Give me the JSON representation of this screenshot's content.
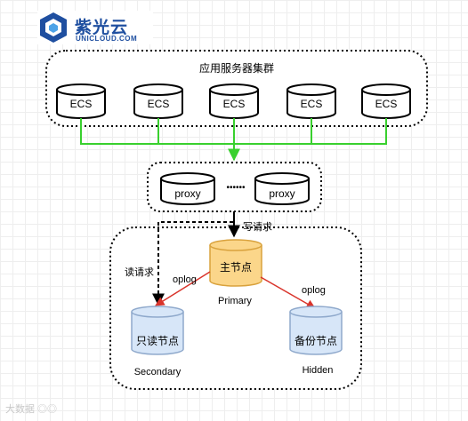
{
  "brand": {
    "name": "紫光云",
    "sub": "UNICLOUD.COM"
  },
  "cluster": {
    "title": "应用服务器集群",
    "node_label": "ECS",
    "node_count": 5
  },
  "proxy": {
    "node_label": "proxy",
    "dots": "••••••"
  },
  "edges": {
    "write": "写请求",
    "read": "读请求",
    "oplog_left": "oplog",
    "oplog_right": "oplog"
  },
  "replica": {
    "primary": {
      "label": "主节点",
      "caption": "Primary"
    },
    "secondary": {
      "label": "只读节点",
      "caption": "Secondary"
    },
    "hidden": {
      "label": "备份节点",
      "caption": "Hidden"
    }
  },
  "watermark": "大数据 ◎◎",
  "colors": {
    "green": "#39d02e",
    "primary_fill": "#fbd68a",
    "primary_stroke": "#d9a23d",
    "replica_fill": "#d7e6f8",
    "replica_stroke": "#8fa9cc",
    "oplog_arrow": "#d9342b",
    "brand": "#1f4fa0"
  }
}
